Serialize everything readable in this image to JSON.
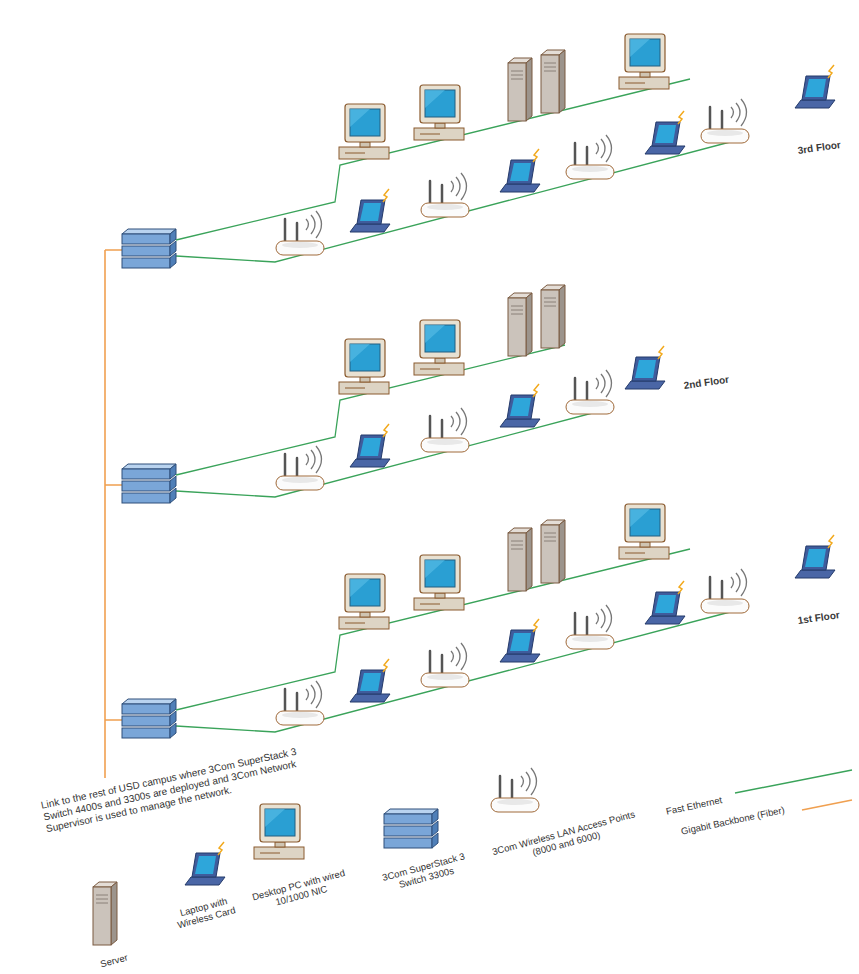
{
  "diagram": {
    "nodes": [
      {
        "text": [
          "3rd Floor"
        ]
      },
      {
        "text": [
          "2nd Floor"
        ]
      },
      {
        "text": [
          "1st Floor"
        ]
      }
    ],
    "labels": [
      "Link to the rest of USD campus where 3Com SuperStack 3 Switch 4400s and 3300s are deployed and 3Com Network Supervisor is used to manage the network."
    ],
    "legend": [
      {
        "text": "Server"
      },
      {
        "text": "Laptop with Wireless Card"
      },
      {
        "text": "Desktop PC with wired 10/1000 NIC"
      },
      {
        "text": "3Com SuperStack 3 Switch 3300s"
      },
      {
        "text": "3Com Wireless LAN Access Points (8000 and 6000)"
      },
      {
        "text": "Fast Ethernet"
      },
      {
        "text": "Gigabit Backbone (Fiber)"
      }
    ]
  }
}
